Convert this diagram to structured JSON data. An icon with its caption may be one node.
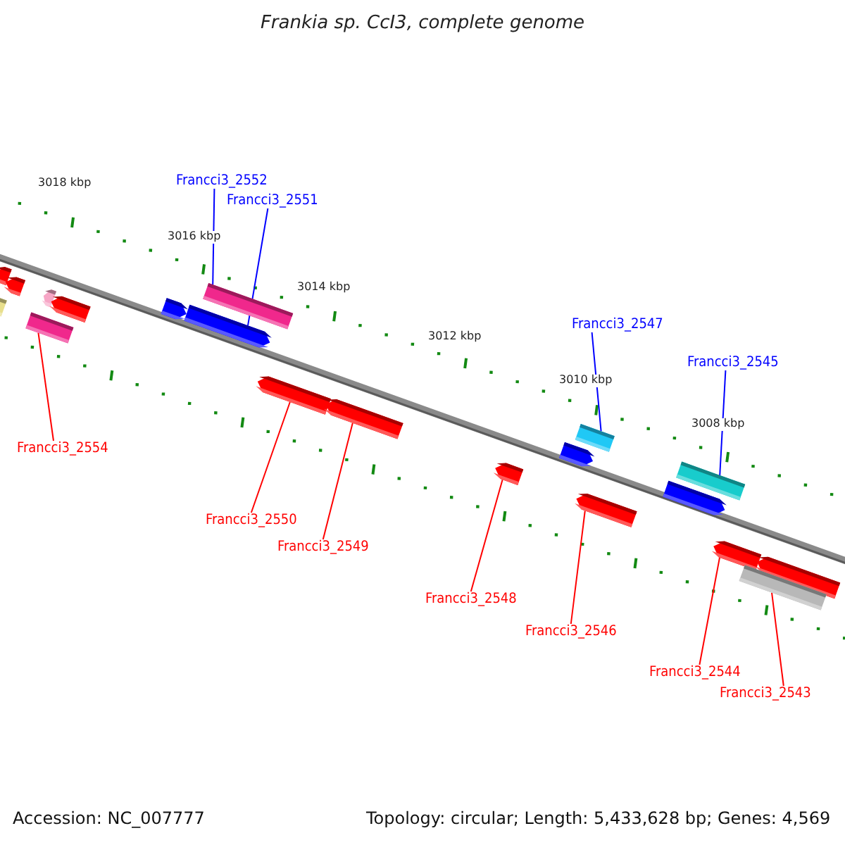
{
  "diagram": {
    "title": "Frankia sp. CcI3, complete genome",
    "nodes": [
      {
        "text": [
          "Francci3_2552"
        ]
      },
      {
        "text": [
          "Francci3_2551"
        ]
      },
      {
        "text": [
          "Francci3_2547"
        ]
      },
      {
        "text": [
          "Francci3_2545"
        ]
      },
      {
        "text": [
          "Francci3_2554"
        ]
      },
      {
        "text": [
          "Francci3_2550"
        ]
      },
      {
        "text": [
          "Francci3_2549"
        ]
      },
      {
        "text": [
          "Francci3_2548"
        ]
      },
      {
        "text": [
          "Francci3_2546"
        ]
      },
      {
        "text": [
          "Francci3_2544"
        ]
      },
      {
        "text": [
          "Francci3_2543"
        ]
      },
      {
        "text": [],
        "shape": "bar"
      },
      {
        "text": [],
        "shape": "bar"
      },
      {
        "text": [],
        "shape": "bar"
      },
      {
        "text": [],
        "shape": "bar"
      },
      {
        "text": [],
        "shape": "bar"
      },
      {
        "text": [],
        "shape": "bar"
      },
      {
        "text": [],
        "shape": "bar"
      },
      {
        "text": [],
        "shape": "bar"
      },
      {
        "text": [],
        "shape": "bar"
      },
      {
        "text": [],
        "shape": "bar"
      },
      {
        "text": [],
        "shape": "bar"
      }
    ],
    "edges": [
      {
        "from": 0,
        "to": 13,
        "arrow": "none",
        "color": "#0000ff"
      },
      {
        "from": 1,
        "to": 12,
        "arrow": "none",
        "color": "#0000ff"
      },
      {
        "from": 2,
        "to": 17,
        "arrow": "none",
        "color": "#0000ff"
      },
      {
        "from": 3,
        "to": 19,
        "arrow": "none",
        "color": "#0000ff"
      },
      {
        "from": 4,
        "to": 11,
        "arrow": "none"
      },
      {
        "from": 5,
        "to": 14,
        "arrow": "none"
      },
      {
        "from": 6,
        "to": 15,
        "arrow": "none"
      },
      {
        "from": 7,
        "to": 16,
        "arrow": "none"
      },
      {
        "from": 8,
        "to": 18,
        "arrow": "none"
      },
      {
        "from": 9,
        "to": 20,
        "arrow": "none"
      },
      {
        "from": 10,
        "to": 21,
        "arrow": "none"
      }
    ],
    "labels": [
      "3018 kbp",
      "3016 kbp",
      "3014 kbp",
      "3012 kbp",
      "3010 kbp",
      "3008 kbp",
      "Accession: NC_007777",
      "Topology: circular; Length: 5,433,628 bp; Genes: 4,569"
    ]
  }
}
